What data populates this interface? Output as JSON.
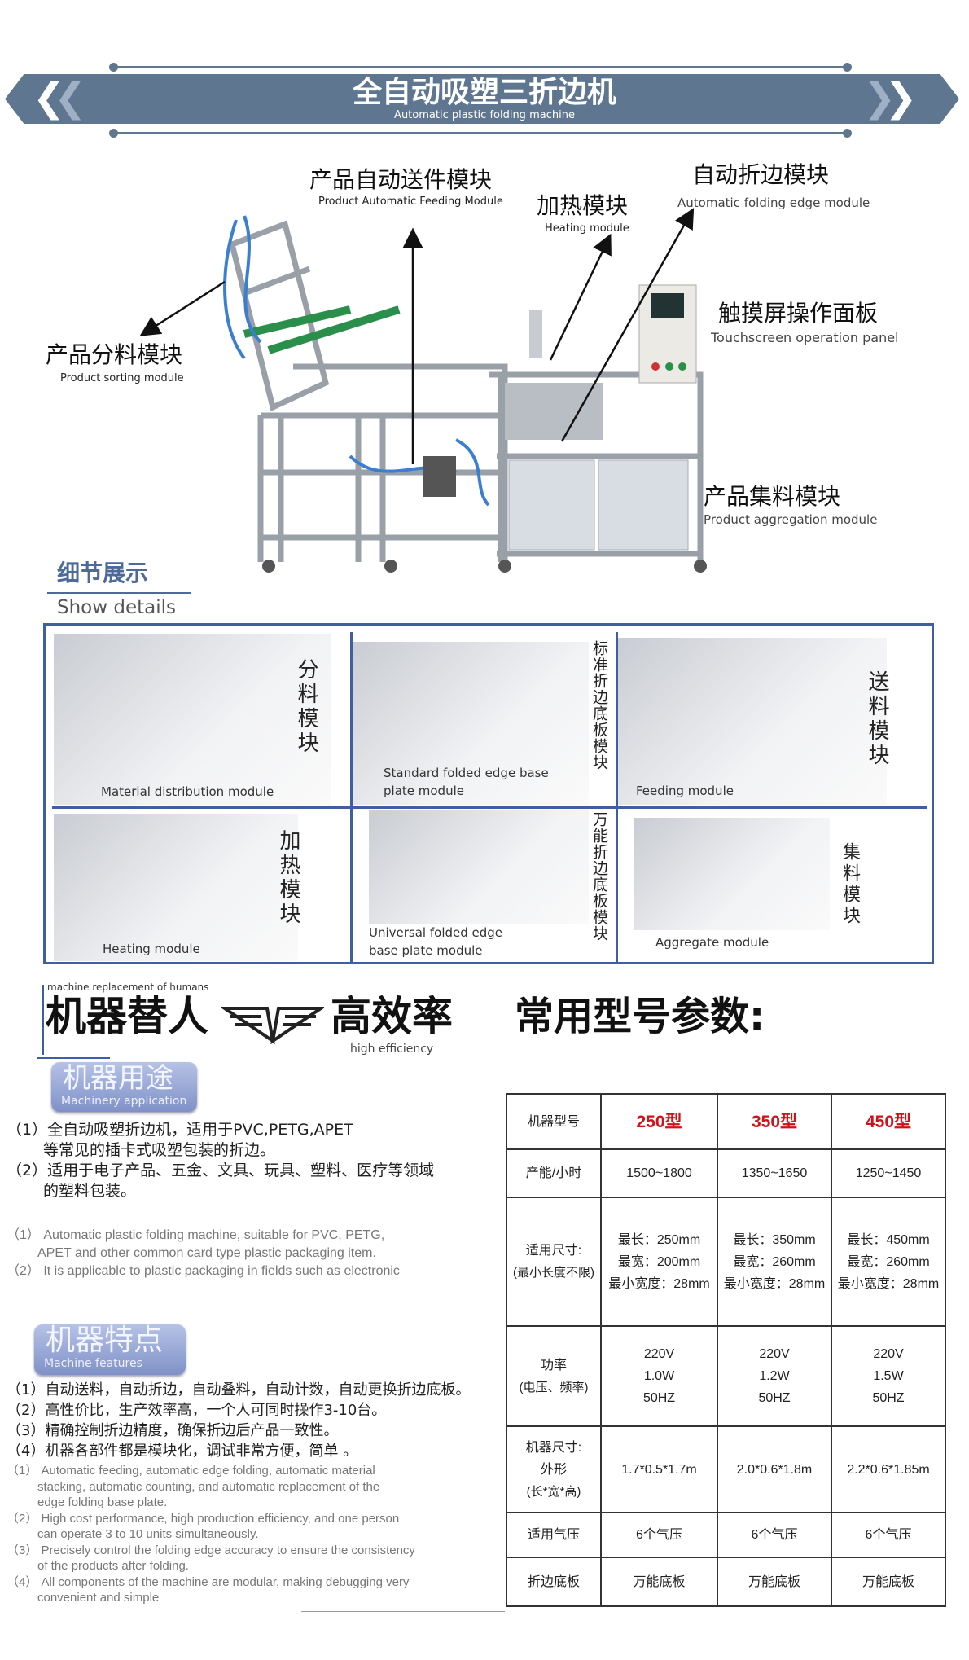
{
  "banner": {
    "title": "全自动吸塑三折边机",
    "subtitle": "Automatic plastic folding machine",
    "left_icon": "double-chevron-left-icon",
    "right_icon": "double-chevron-right-icon"
  },
  "modules": {
    "feeding": {
      "cn": "产品自动送件模块",
      "en": "Product Automatic Feeding Module"
    },
    "heating": {
      "cn": "加热模块",
      "en": "Heating module"
    },
    "folding": {
      "cn": "自动折边模块",
      "en": "Automatic folding edge module"
    },
    "panel": {
      "cn": "触摸屏操作面板",
      "en": "Touchscreen operation panel"
    },
    "sorting": {
      "cn": "产品分料模块",
      "en": "Product sorting module"
    },
    "aggregation": {
      "cn": "产品集料模块",
      "en": "Product aggregation module"
    }
  },
  "details": {
    "title_cn": "细节展示",
    "title_en": "Show details",
    "cells": [
      {
        "cn": "分料模块",
        "en1": "Material distribution module",
        "en2": ""
      },
      {
        "cn": "标准折边底板模块",
        "en1": "Standard folded edge base",
        "en2": "plate module"
      },
      {
        "cn": "送料模块",
        "en1": "Feeding module",
        "en2": ""
      },
      {
        "cn": "加热模块",
        "en1": "Heating module",
        "en2": ""
      },
      {
        "cn": "万能折边底板模块",
        "en1": "Universal folded edge",
        "en2": "base plate module"
      },
      {
        "cn": "集料模块",
        "en1": "Aggregate module",
        "en2": ""
      }
    ]
  },
  "slogan": {
    "small": "machine replacement of humans",
    "left": "机器替人",
    "right": "高效率",
    "sub": "high efficiency"
  },
  "application": {
    "badge_cn": "机器用途",
    "badge_en": "Machinery application",
    "cn": [
      "（1）全自动吸塑折边机，适用于PVC,PETG,APET",
      "等常见的插卡式吸塑包装的折边。",
      "（2）适用于电子产品、五金、文具、玩具、塑料、医疗等领域",
      "的塑料包装。"
    ],
    "en": [
      "（1） Automatic plastic folding machine, suitable for PVC, PETG,",
      "APET and other common card type plastic packaging item.",
      "（2） It is applicable to plastic packaging in fields such as electronic"
    ]
  },
  "features": {
    "badge_cn": "机器特点",
    "badge_en": "Machine features",
    "cn": [
      "（1）自动送料，自动折边，自动叠料，自动计数，自动更换折边底板。",
      "（2）高性价比，生产效率高，一个人可同时操作3-10台。",
      "（3）精确控制折边精度，确保折边后产品一致性。",
      "（4）机器各部件都是模块化，调试非常方便，简单 。"
    ],
    "en": [
      "（1） Automatic feeding, automatic edge folding, automatic material",
      "stacking, automatic counting, and automatic replacement of the",
      "edge folding base plate.",
      "（2） High cost performance, high production efficiency, and one person",
      "can operate 3 to 10 units simultaneously.",
      "（3） Precisely control the folding edge accuracy to ensure the consistency",
      "of the products after folding.",
      "（4） All components of the machine are modular, making debugging very",
      "convenient and simple"
    ]
  },
  "specs": {
    "title": "常用型号参数:",
    "accent_color": "#d0121b",
    "rows": [
      {
        "label": [
          "机器型号"
        ],
        "values": [
          [
            "250型"
          ],
          [
            "350型"
          ],
          [
            "450型"
          ]
        ]
      },
      {
        "label": [
          "产能/小时"
        ],
        "values": [
          [
            "1500~1800"
          ],
          [
            "1350~1650"
          ],
          [
            "1250~1450"
          ]
        ]
      },
      {
        "label": [
          "适用尺寸:",
          "(最小长度不限)"
        ],
        "values": [
          [
            "最长：250mm",
            "最宽：200mm",
            "最小宽度：28mm"
          ],
          [
            "最长：350mm",
            "最宽：260mm",
            "最小宽度：28mm"
          ],
          [
            "最长：450mm",
            "最宽：260mm",
            "最小宽度：28mm"
          ]
        ]
      },
      {
        "label": [
          "功率",
          "(电压、频率)"
        ],
        "values": [
          [
            "220V",
            "1.0W",
            "50HZ"
          ],
          [
            "220V",
            "1.2W",
            "50HZ"
          ],
          [
            "220V",
            "1.5W",
            "50HZ"
          ]
        ]
      },
      {
        "label": [
          "机器尺寸:",
          "外形",
          "(长*宽*高)"
        ],
        "values": [
          [
            "1.7*0.5*1.7m"
          ],
          [
            "2.0*0.6*1.8m"
          ],
          [
            "2.2*0.6*1.85m"
          ]
        ]
      },
      {
        "label": [
          "适用气压"
        ],
        "values": [
          [
            "6个气压"
          ],
          [
            "6个气压"
          ],
          [
            "6个气压"
          ]
        ]
      },
      {
        "label": [
          "折边底板"
        ],
        "values": [
          [
            "万能底板"
          ],
          [
            "万能底板"
          ],
          [
            "万能底板"
          ]
        ]
      }
    ]
  }
}
